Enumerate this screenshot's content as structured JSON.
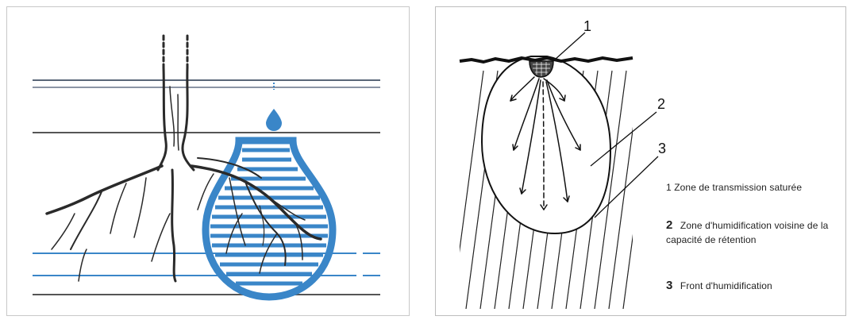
{
  "left_diagram": {
    "colors": {
      "ink": "#2a2a2a",
      "water": "#3a86c8",
      "water_light": "#5aa6d8"
    }
  },
  "right_diagram": {
    "callout_numbers": [
      "1",
      "2",
      "3"
    ],
    "legend": [
      {
        "num": "1",
        "text": "Zone de transmission saturée"
      },
      {
        "num": "2",
        "text": "Zone d'humidification voisine de la capacité de rétention"
      },
      {
        "num": "3",
        "text": "Front d'humidification"
      }
    ]
  }
}
